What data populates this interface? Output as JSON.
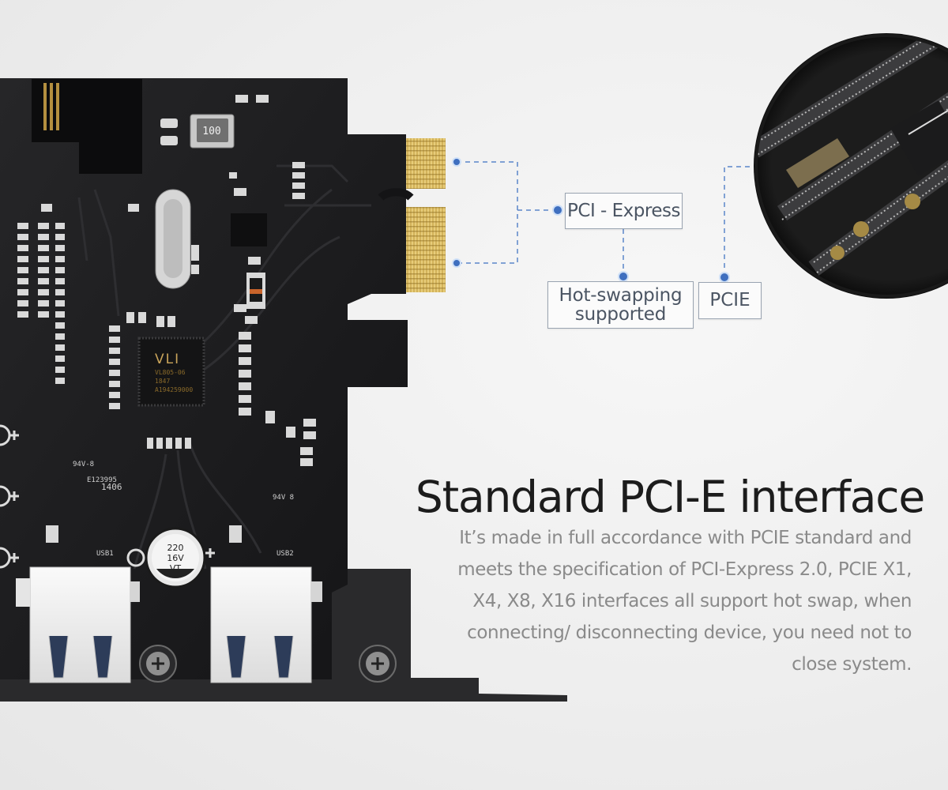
{
  "callouts": {
    "pci_express": "PCI - Express",
    "hot_swapping": [
      "Hot-swapping",
      "supported"
    ],
    "pcie": "PCIE"
  },
  "chip": {
    "brand": "VLI",
    "model": "VL805-06",
    "lot": "1847",
    "serial": "A194259000"
  },
  "board_marks": {
    "regulator": "100",
    "capacitor": [
      "220",
      "16V",
      "VT"
    ],
    "cert": [
      "94V-8",
      "E123995",
      "1406"
    ],
    "cert_right": "94V 8",
    "usb_port_1": "USB1",
    "usb_port_2": "USB2"
  },
  "headline": "Standard PCI-E interface",
  "description": [
    "It’s made in full accordance with PCIE standard and",
    "meets the specification of PCI-Express 2.0, PCIE X1,",
    "X4, X8, X16 interfaces all support hot swap, when",
    "connecting/ disconnecting device, you need not to",
    "close system."
  ],
  "colors": {
    "connector_line": "#5b86c9",
    "pcb": "#1d1d1f",
    "gold_finger": "#e3c26a",
    "headline": "#1c1c1c",
    "body": "#8a8a8a"
  }
}
